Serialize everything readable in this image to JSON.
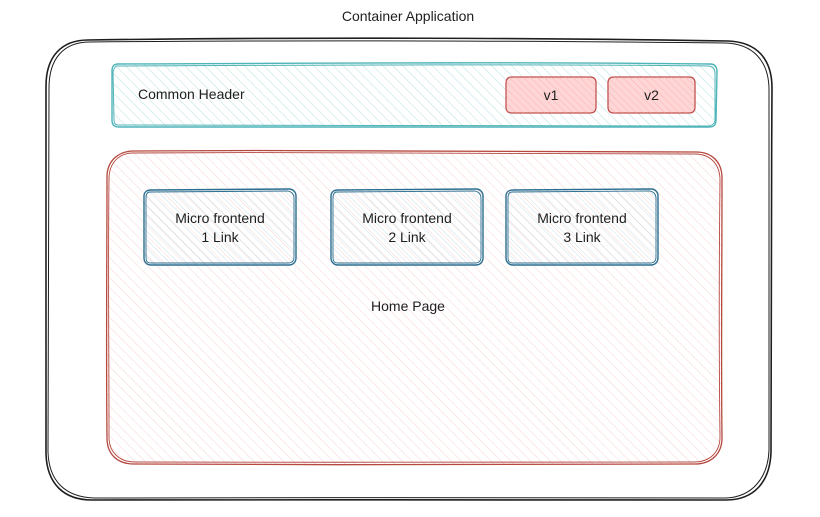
{
  "diagram": {
    "title": "Container Application",
    "header": {
      "label": "Common Header",
      "versions": [
        "v1",
        "v2"
      ]
    },
    "home_page": {
      "label": "Home Page",
      "links": [
        {
          "line1": "Micro frontend",
          "line2": "1 Link"
        },
        {
          "line1": "Micro frontend",
          "line2": "2 Link"
        },
        {
          "line1": "Micro frontend",
          "line2": "3 Link"
        }
      ]
    },
    "colors": {
      "stroke_dark": "#1e1e1e",
      "header_stroke": "#4fb4b8",
      "header_fill": "#d7f0f0",
      "version_stroke": "#c0504d",
      "version_fill": "#ffc9c9",
      "home_stroke": "#b5483f",
      "home_fill": "#ffe3e3",
      "link_stroke": "#2c6e8f",
      "link_fill": "#d4e8f0"
    }
  }
}
